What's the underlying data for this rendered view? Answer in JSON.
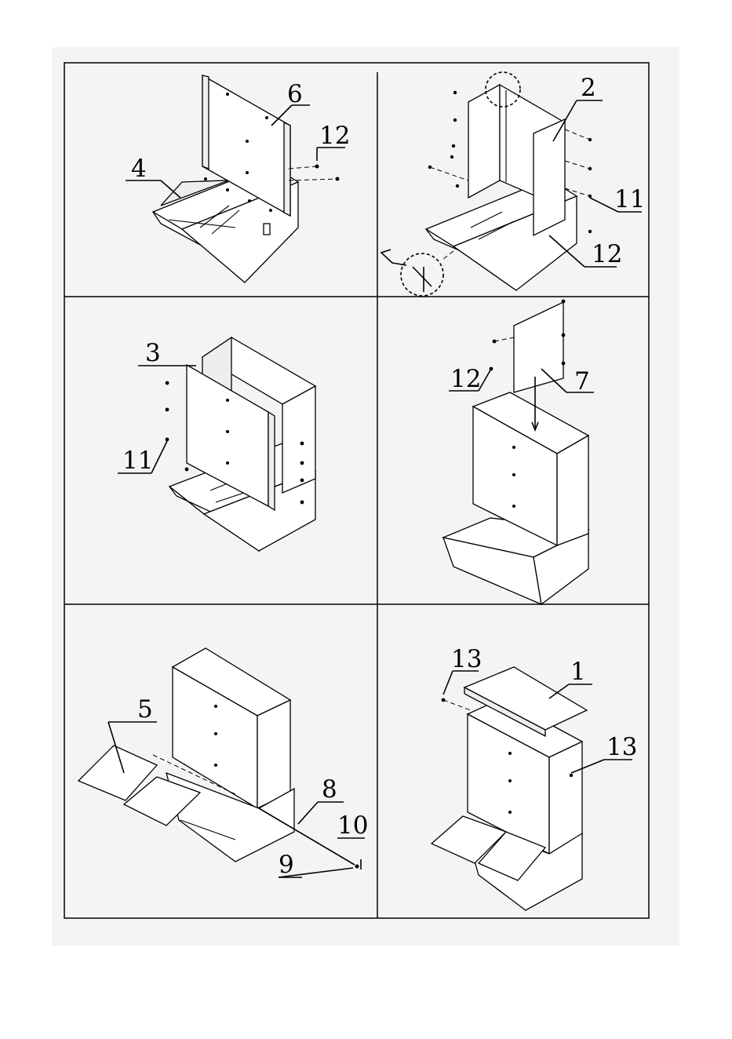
{
  "diagram": {
    "title": "",
    "panels": [
      {
        "id": "step-1",
        "callouts": [
          "6",
          "12",
          "4"
        ]
      },
      {
        "id": "step-2",
        "callouts": [
          "2",
          "11",
          "12"
        ]
      },
      {
        "id": "step-3",
        "callouts": [
          "3",
          "11"
        ]
      },
      {
        "id": "step-4",
        "callouts": [
          "12",
          "7"
        ]
      },
      {
        "id": "step-5",
        "callouts": [
          "5",
          "8",
          "10",
          "9"
        ]
      },
      {
        "id": "step-6",
        "callouts": [
          "13",
          "1",
          "13"
        ]
      }
    ]
  }
}
